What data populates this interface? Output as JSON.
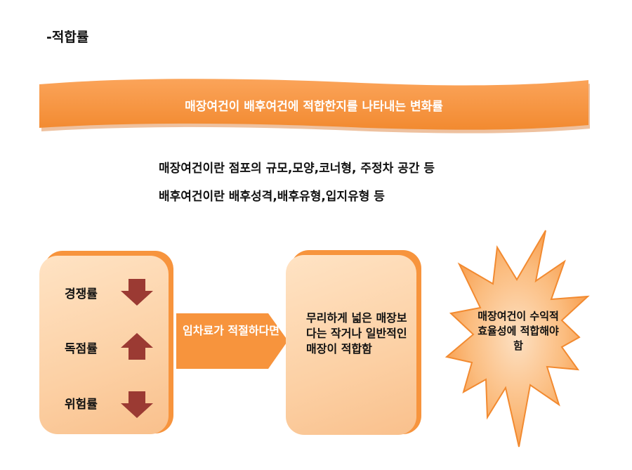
{
  "heading": "-적합률",
  "banner": {
    "text": "매장여건이 배후여건에 적합한지를 나타내는 변화률"
  },
  "definitions": [
    "매장여건이란 점포의 규모,모양,코너형, 주정차 공간 등",
    "배후여건이란 배후성격,배후유형,입지유형 등"
  ],
  "metrics": [
    {
      "label": "경쟁률",
      "direction": "down",
      "icon": "down-arrow-icon"
    },
    {
      "label": "독점률",
      "direction": "up",
      "icon": "up-arrow-icon"
    },
    {
      "label": "위험률",
      "direction": "down",
      "icon": "down-arrow-icon"
    }
  ],
  "condition": {
    "text": "임차료가 적절하다면"
  },
  "result": {
    "text": "무리하게 넓은 매장보다는 작거나 일반적인 매장이 적합함"
  },
  "conclusion": {
    "text": "매장여건이 수익적 효율성에 적합해야 함"
  },
  "colors": {
    "orange": "#f7943d",
    "light_orange": "#fcd0a4",
    "arrow": "#9b3a33"
  }
}
